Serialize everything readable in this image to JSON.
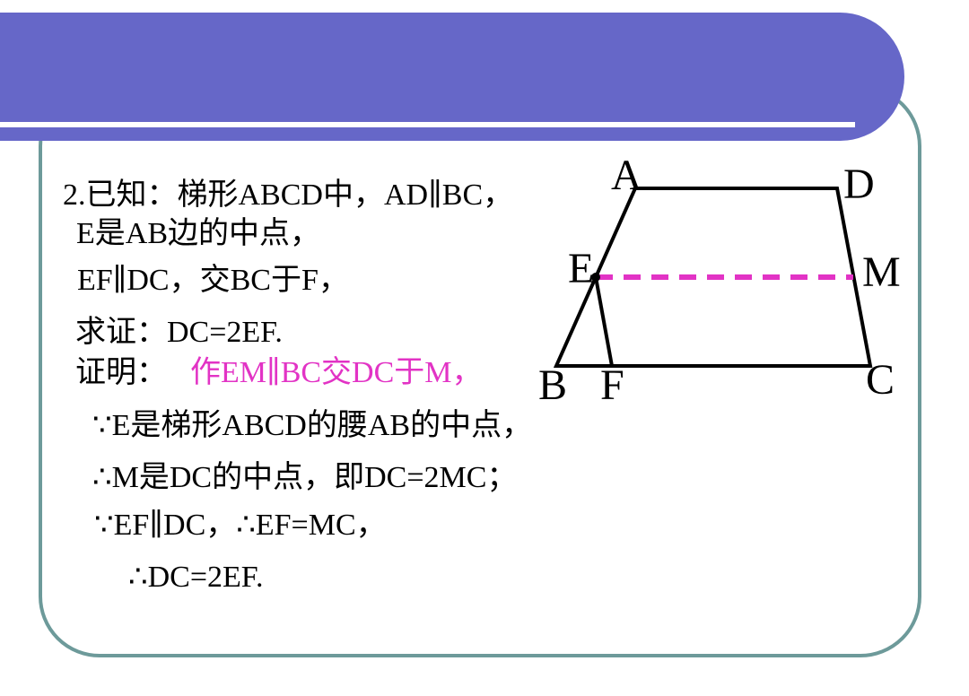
{
  "slide": {
    "colors": {
      "header_purple": "#6667C8",
      "frame_teal": "#6D9A9A",
      "accent_magenta": "#E233C5",
      "text_black": "#000000",
      "background": "#FFFFFF"
    }
  },
  "problem": {
    "given_line1": "2.已知：梯形ABCD中，AD∥BC，",
    "given_line2": "E是AB边的中点，",
    "given_line3": "EF∥DC，交BC于F，",
    "goal": "求证：DC=2EF.",
    "proof_label": "证明：",
    "construction": "作EM∥BC交DC于M，",
    "step1": "∵E是梯形ABCD的腰AB的中点，",
    "step2": "∴M是DC的中点，即DC=2MC；",
    "step3": "∵EF∥DC，∴EF=MC，",
    "conclusion": "∴DC=2EF."
  },
  "figure": {
    "type": "trapezoid-with-parallel-segments",
    "description": "Trapezoid ABCD with AD parallel to BC, E midpoint of AB, segment EF to BC, dashed magenta segment EM to point M on DC",
    "labels": {
      "A": "A",
      "B": "B",
      "C": "C",
      "D": "D",
      "E": "E",
      "F": "F",
      "M": "M"
    }
  }
}
